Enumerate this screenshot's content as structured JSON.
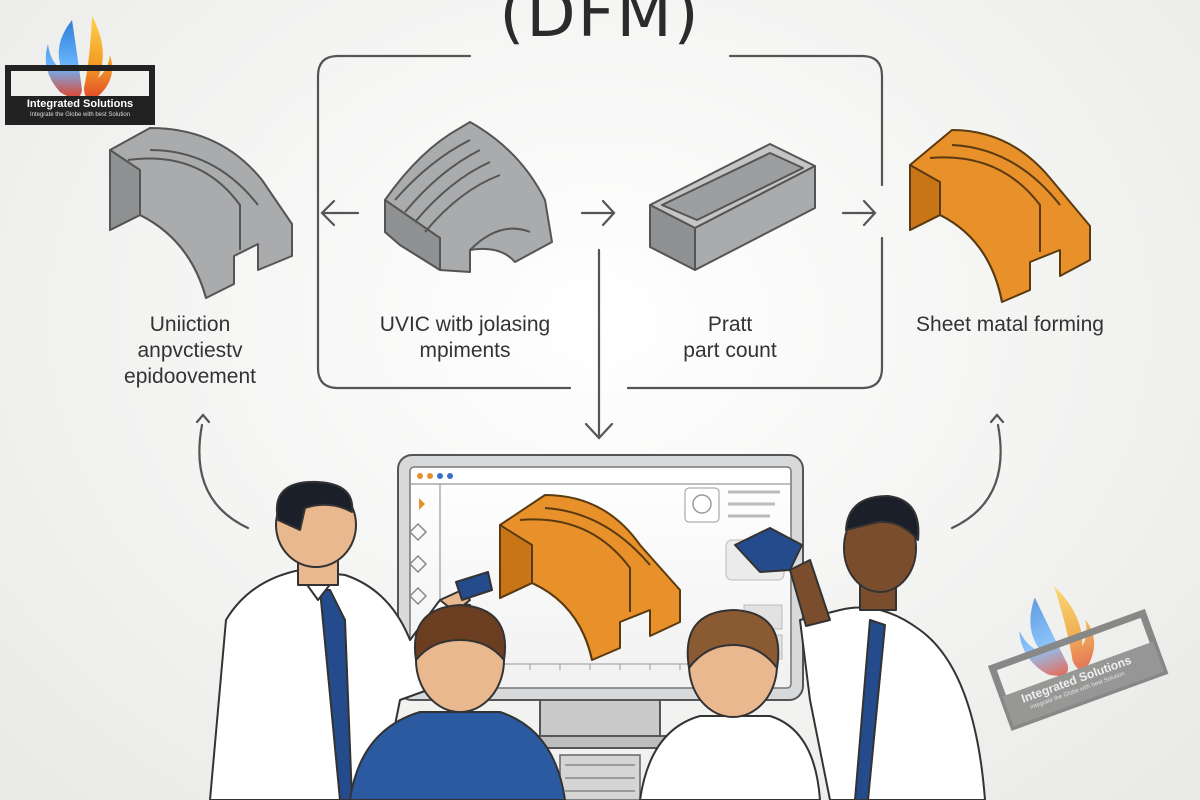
{
  "title": "(DFM)",
  "logo": {
    "name": "Integrated Solutions",
    "tagline": "Integrate the Globe with best Solution"
  },
  "watermark": {
    "name": "Integrated Solutions",
    "tagline": "Integrate the Globe with best Solution"
  },
  "steps": [
    {
      "lines": [
        "Uniiction",
        "anpvctiestv",
        "epidoovement"
      ],
      "part_color": "#a9abad"
    },
    {
      "lines": [
        "UVIC witb jolasing",
        "mpiments"
      ],
      "part_color": "#a9abad"
    },
    {
      "lines": [
        "Pratt",
        "part count"
      ],
      "part_color": "#a9abad"
    },
    {
      "lines": [
        "Sheet matal forming"
      ],
      "part_color": "#e8902a"
    }
  ],
  "colors": {
    "accent_orange": "#e8902a",
    "gray_part": "#a9abad",
    "line": "#555555",
    "tie_blue": "#244b8c"
  }
}
